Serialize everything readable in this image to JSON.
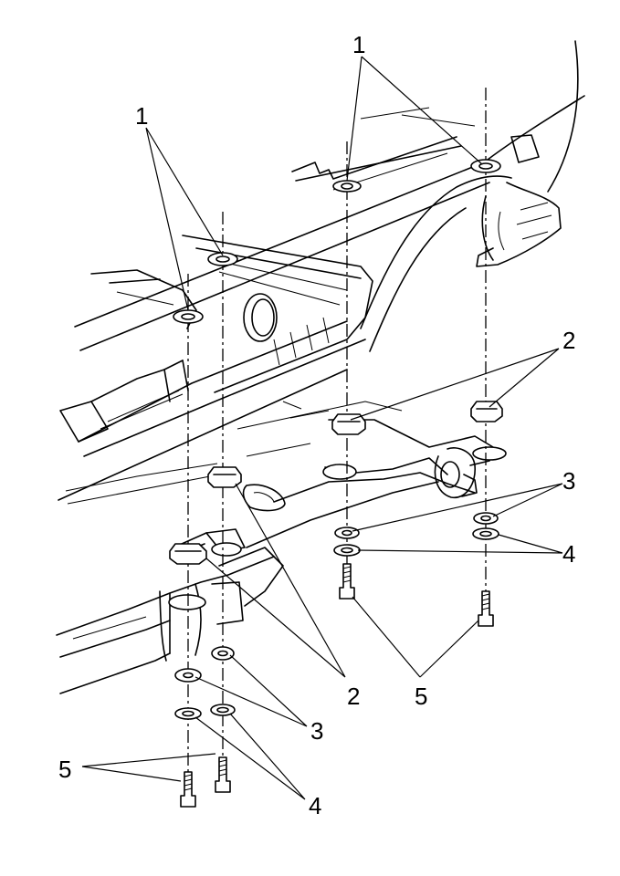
{
  "callouts": [
    {
      "id": "1a",
      "text": "1"
    },
    {
      "id": "1b",
      "text": "1"
    },
    {
      "id": "2a",
      "text": "2"
    },
    {
      "id": "2b",
      "text": "2"
    },
    {
      "id": "3a",
      "text": "3"
    },
    {
      "id": "3b",
      "text": "3"
    },
    {
      "id": "4a",
      "text": "4"
    },
    {
      "id": "4b",
      "text": "4"
    },
    {
      "id": "5a",
      "text": "5"
    },
    {
      "id": "5b",
      "text": "5"
    }
  ]
}
